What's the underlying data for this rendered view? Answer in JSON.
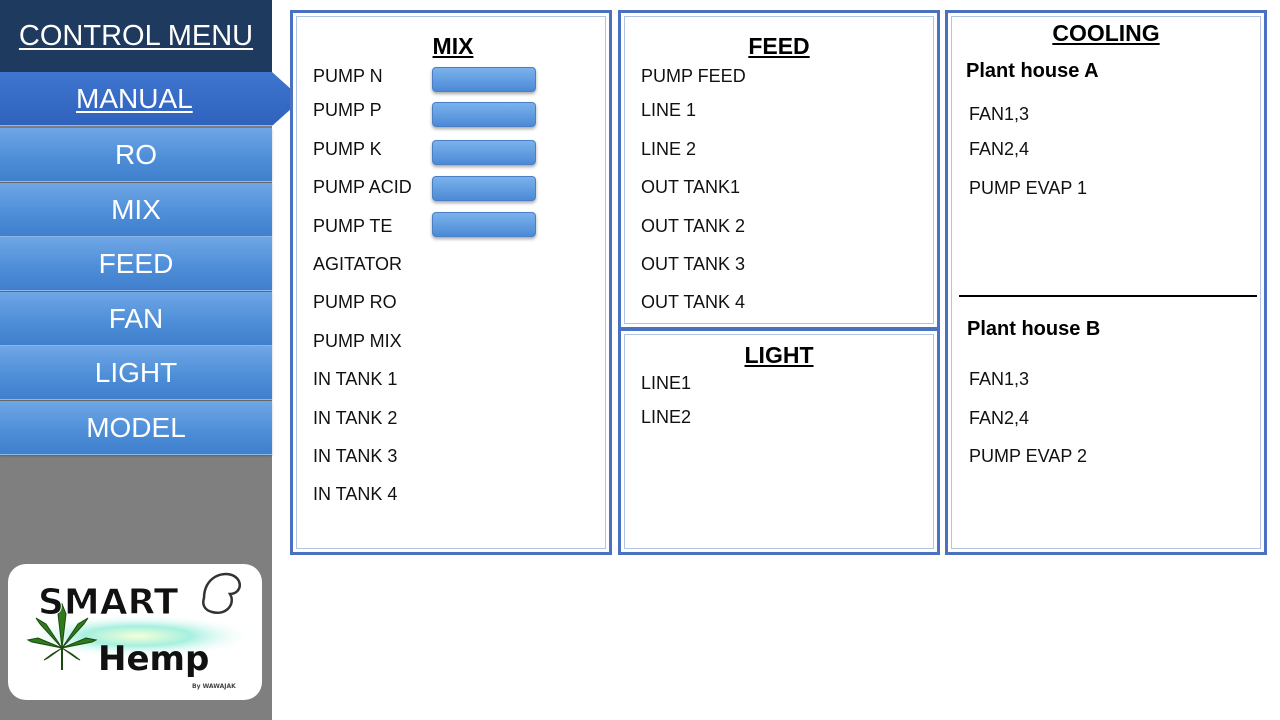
{
  "sidebar": {
    "title": "CONTROL MENU",
    "items": [
      {
        "label": "MANUAL",
        "active": true
      },
      {
        "label": "RO"
      },
      {
        "label": "MIX"
      },
      {
        "label": "FEED"
      },
      {
        "label": "FAN"
      },
      {
        "label": "LIGHT"
      },
      {
        "label": "MODEL"
      }
    ],
    "logo": {
      "line1": "SMART",
      "line2": "Hemp",
      "byline": "By WAWAJAK"
    }
  },
  "mix": {
    "title": "MIX",
    "items": [
      "PUMP N",
      "PUMP P",
      "PUMP K",
      "PUMP ACID",
      "PUMP TE",
      "AGITATOR",
      "PUMP RO",
      "PUMP MIX",
      "IN TANK 1",
      "IN TANK 2",
      "IN TANK 3",
      "IN TANK 4"
    ]
  },
  "feed": {
    "title": "FEED",
    "items": [
      "PUMP FEED",
      "LINE 1",
      "LINE 2",
      "OUT TANK1",
      "OUT TANK 2",
      "OUT TANK 3",
      "OUT TANK 4"
    ]
  },
  "light": {
    "title": "LIGHT",
    "items": [
      "LINE1",
      "LINE2"
    ]
  },
  "cooling": {
    "title": "COOLING",
    "house_a": {
      "title": "Plant house A",
      "items": [
        "FAN1,3",
        "FAN2,4",
        "PUMP EVAP 1"
      ]
    },
    "house_b": {
      "title": "Plant house B",
      "items": [
        "FAN1,3",
        "FAN2,4",
        "PUMP EVAP 2"
      ]
    }
  },
  "colors": {
    "nav_blue": "#4f8fd8",
    "active_blue": "#2f62bd",
    "title_navy": "#1f3a5f",
    "panel_border": "#4a72c0"
  }
}
